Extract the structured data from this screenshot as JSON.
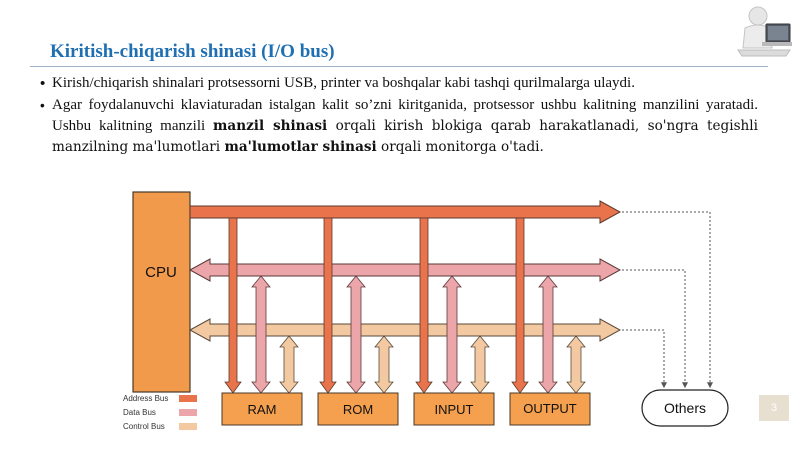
{
  "slide": {
    "title": "Kiritish-chiqarish shinasi (I/O bus)",
    "page_number": "3"
  },
  "bullets": {
    "b1": "Kirish/chiqarish shinalari protsessorni USB, printer va boshqalar kabi tashqi qurilmalarga ulaydi.",
    "b2_part1": "Agar foydalanuvchi klaviaturadan istalgan kalit so’zni kiritganida, protsessor ushbu kalitning manzilini yaratadi. Ushbu kalitning manzili ",
    "b2_bold1": "manzil shinasi",
    "b2_part2": " orqali kirish blokiga qarab harakatlanadi, so'ngra tegishli manzilning ma'lumotlari ",
    "b2_bold2": "ma'lumotlar shinasi",
    "b2_part3": " orqali monitorga o'tadi."
  },
  "diagram": {
    "cpu_label": "CPU",
    "units": [
      "RAM",
      "ROM",
      "INPUT",
      "OUTPUT"
    ],
    "others_label": "Others",
    "legend": [
      {
        "label": "Address Bus",
        "color": "#e9734a"
      },
      {
        "label": "Data Bus",
        "color": "#eca5a8"
      },
      {
        "label": "Control Bus",
        "color": "#f2c9a0"
      }
    ]
  },
  "colors": {
    "title": "#1f6fb2",
    "cpu_fill": "#f19a4c",
    "unit_fill": "#f4a04e",
    "address_bus": "#e9734a",
    "data_bus": "#eca5a8",
    "control_bus": "#f2c9a0"
  },
  "icons": {
    "presenter": "person-at-computer-icon"
  }
}
